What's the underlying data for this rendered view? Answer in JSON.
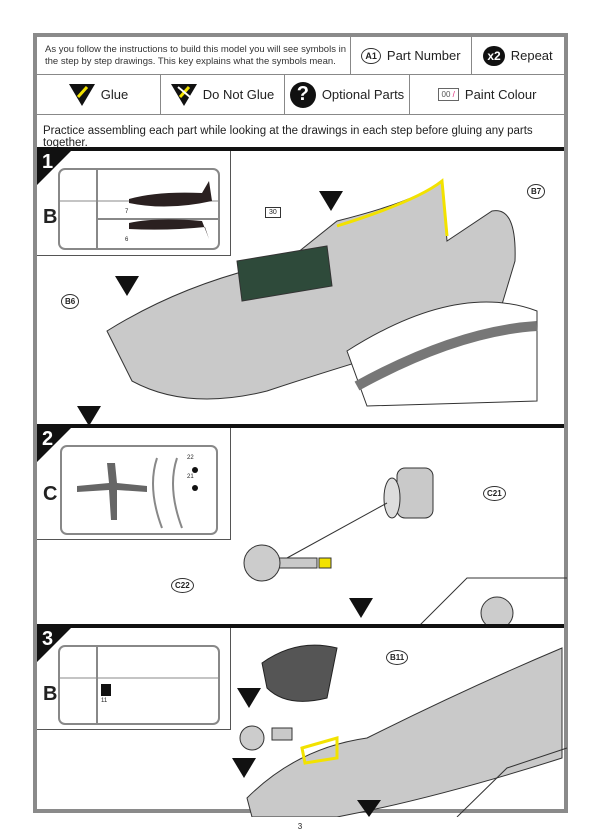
{
  "key": {
    "intro": "As you follow the instructions to build this model you will see symbols in the step by step drawings. This key explains what the symbols mean.",
    "part_number_sample": "A1",
    "part_number_label": "Part Number",
    "repeat_sample": "x2",
    "repeat_label": "Repeat",
    "glue_label": "Glue",
    "do_not_glue_label": "Do Not Glue",
    "optional_label": "Optional Parts",
    "paint_sample": "00",
    "paint_label": "Paint Colour"
  },
  "practice_note": "Practice assembling each part while looking at the drawings in each step before gluing any parts together.",
  "steps": [
    {
      "number": "1",
      "sprue": "B",
      "sprue_numbers": [
        "7",
        "6"
      ],
      "parts": [
        "B7",
        "B6"
      ],
      "paint": "30"
    },
    {
      "number": "2",
      "sprue": "C",
      "sprue_numbers": [
        "22",
        "21"
      ],
      "parts": [
        "C21",
        "C22"
      ]
    },
    {
      "number": "3",
      "sprue": "B",
      "sprue_numbers": [
        "11"
      ],
      "parts": [
        "B11"
      ]
    }
  ],
  "page_number": "3",
  "colors": {
    "glue_yellow": "#f2e200",
    "cockpit_green": "#2e4a3a",
    "part_grey": "#c9c9c9"
  }
}
